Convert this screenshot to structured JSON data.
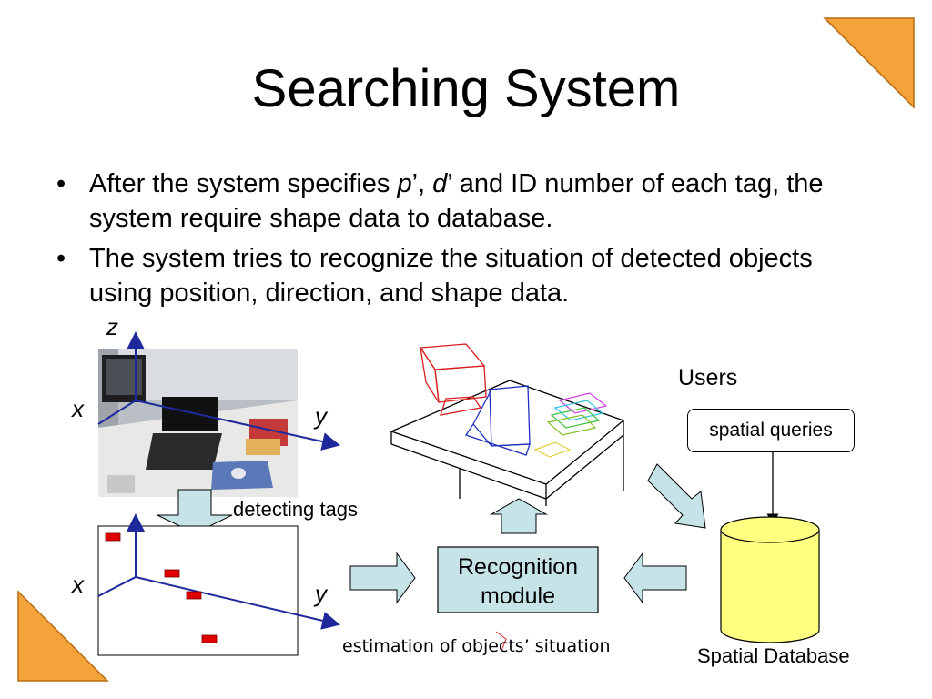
{
  "title": "Searching System",
  "bullets": [
    {
      "pre": "After the system specifies ",
      "p": "p",
      "sep1": "’, ",
      "d": "d",
      "post": "’ and ID number of each tag, the system require shape data to database."
    },
    {
      "text": "The system tries to recognize the situation of detected objects using position, direction, and shape data."
    }
  ],
  "axes": {
    "z": "z",
    "x_top": "x",
    "y_top": "y",
    "x_bottom": "x",
    "y_bottom": "y"
  },
  "labels": {
    "detecting_tags": "detecting tags",
    "recognition_module": "Recognition module",
    "estimation": "estimation of objects’ situation",
    "users": "Users",
    "spatial_queries": "spatial queries",
    "spatial_database": "Spatial Database"
  },
  "colors": {
    "accent_orange": "#F4A23A",
    "arrow_fill": "#C6E4E8",
    "module_fill": "#C6E4E8",
    "database_fill": "#FFFF80",
    "tag_red": "#E00000",
    "axis_blue": "#1E2A9C"
  },
  "icons": [
    "photo-of-desk-scene",
    "wireframe-desk-model",
    "database-cylinder-icon"
  ]
}
